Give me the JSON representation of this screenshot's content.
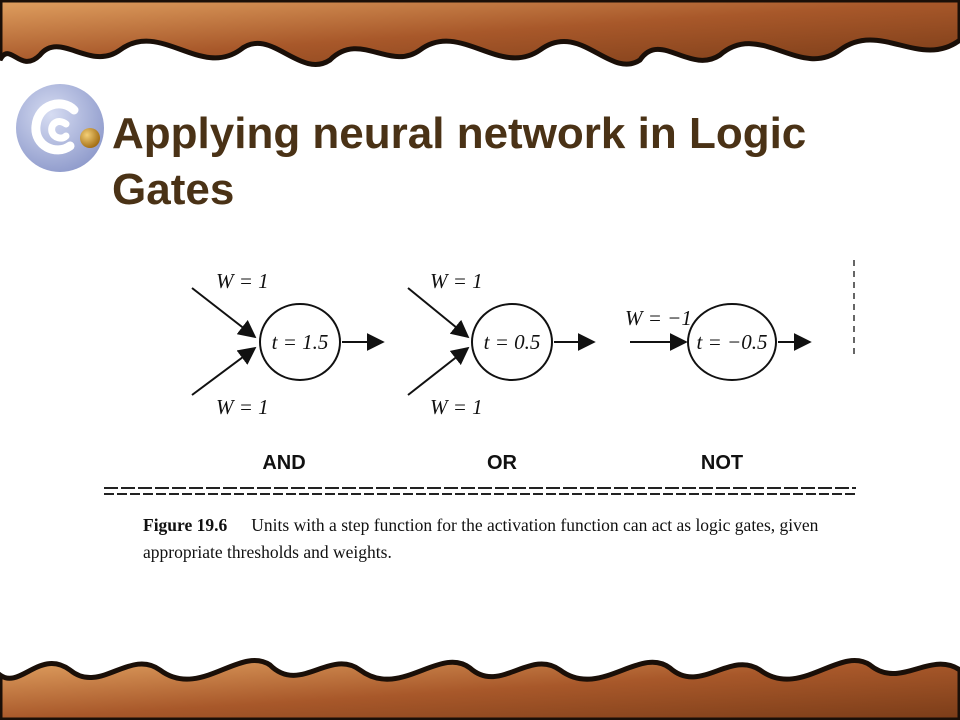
{
  "slide": {
    "title": "Applying neural network in Logic Gates"
  },
  "figure": {
    "gates": [
      {
        "name": "AND",
        "threshold": "t = 1.5",
        "weights": [
          "W = 1",
          "W = 1"
        ]
      },
      {
        "name": "OR",
        "threshold": "t = 0.5",
        "weights": [
          "W = 1",
          "W = 1"
        ]
      },
      {
        "name": "NOT",
        "threshold": "t = −0.5",
        "weights": [
          "W = −1"
        ]
      }
    ],
    "caption_number": "Figure 19.6",
    "caption_text": "Units with a step function for the activation function can act as logic gates, given appropriate thresholds and weights."
  },
  "colors": {
    "title": "#4a3216",
    "border_wood": "#b4682e",
    "border_outline": "#1a0f08"
  },
  "icons": {
    "title_bullet": "swirl-bullet-icon"
  }
}
